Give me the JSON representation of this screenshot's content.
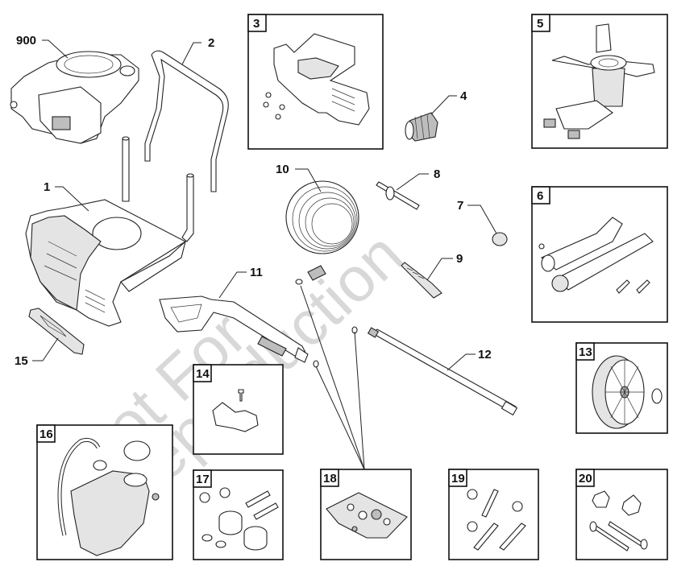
{
  "diagram": {
    "type": "exploded-parts-diagram",
    "watermark": {
      "line1": "Not For",
      "line2": "Reproduction"
    },
    "callouts": [
      {
        "id": "900",
        "label": "900",
        "part": "engine"
      },
      {
        "id": "2",
        "label": "2",
        "part": "handle"
      },
      {
        "id": "1",
        "label": "1",
        "part": "base frame"
      },
      {
        "id": "4",
        "label": "4",
        "part": "nozzle cap"
      },
      {
        "id": "8",
        "label": "8",
        "part": "axle pin"
      },
      {
        "id": "10",
        "label": "10",
        "part": "high pressure hose"
      },
      {
        "id": "7",
        "label": "7",
        "part": "cap"
      },
      {
        "id": "9",
        "label": "9",
        "part": "clip"
      },
      {
        "id": "11",
        "label": "11",
        "part": "spray gun"
      },
      {
        "id": "12",
        "label": "12",
        "part": "spray wand"
      },
      {
        "id": "15",
        "label": "15",
        "part": "cover plate"
      }
    ],
    "kits": [
      {
        "id": "3",
        "label": "3",
        "part": "nozzle holder kit"
      },
      {
        "id": "5",
        "label": "5",
        "part": "pump assembly"
      },
      {
        "id": "6",
        "label": "6",
        "part": "manifold kit"
      },
      {
        "id": "13",
        "label": "13",
        "part": "wheel kit"
      },
      {
        "id": "14",
        "label": "14",
        "part": "trigger lock kit"
      },
      {
        "id": "16",
        "label": "16",
        "part": "fuel tank kit"
      },
      {
        "id": "17",
        "label": "17",
        "part": "isolator mount kit"
      },
      {
        "id": "18",
        "label": "18",
        "part": "o-ring kit"
      },
      {
        "id": "19",
        "label": "19",
        "part": "bolt kit"
      },
      {
        "id": "20",
        "label": "20",
        "part": "knob kit"
      }
    ]
  }
}
